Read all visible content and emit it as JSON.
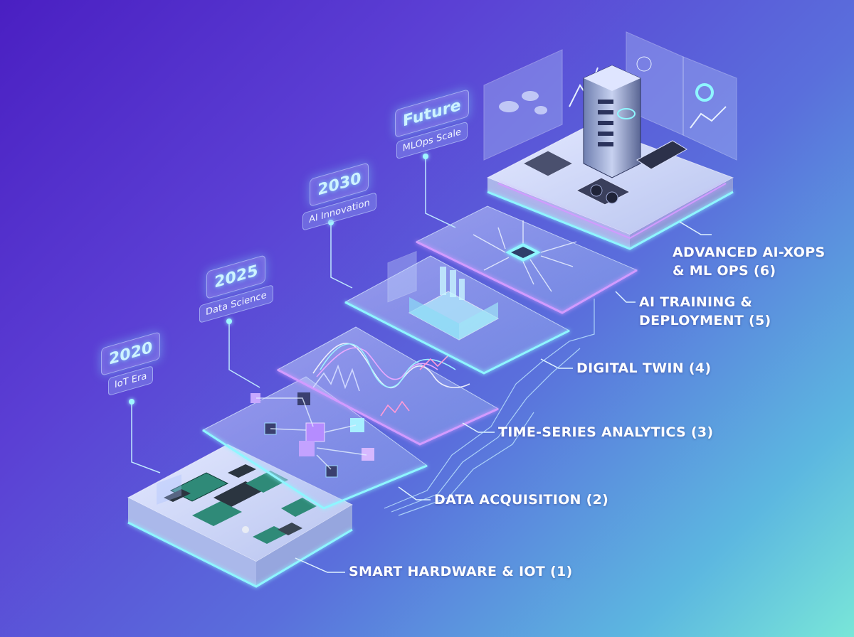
{
  "timeline": [
    {
      "year": "2020",
      "era": "IoT Era"
    },
    {
      "year": "2025",
      "era": "Data Science"
    },
    {
      "year": "2030",
      "era": "AI Innovation"
    },
    {
      "year": "Future",
      "era": "MLOps Scale"
    }
  ],
  "layers": [
    {
      "label": "SMART HARDWARE & IOT (1)"
    },
    {
      "label": "DATA ACQUISITION (2)"
    },
    {
      "label": "TIME-SERIES ANALYTICS (3)"
    },
    {
      "label": "DIGITAL TWIN (4)"
    },
    {
      "label_line1": "AI TRAINING &",
      "label_line2": "DEPLOYMENT (5)"
    },
    {
      "label_line1": "ADVANCED AI-XOPS",
      "label_line2": "& ML OPS (6)"
    }
  ],
  "colors": {
    "glow_cyan": "#7ff3ff",
    "glow_purple": "#c08bff",
    "platform_fill": "#b9c6f2",
    "label_text": "#ffffff"
  },
  "icons": [
    "circuit-board-icon",
    "data-cube-icon",
    "waveform-chart-icon",
    "factory-icon",
    "processor-chip-icon",
    "server-rack-icon",
    "gpu-card-icon",
    "cloud-icon",
    "world-map-icon",
    "brain-icon"
  ]
}
